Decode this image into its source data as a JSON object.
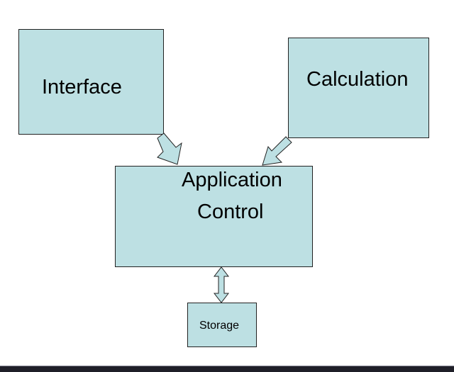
{
  "diagram": {
    "nodes": {
      "interface": {
        "label": "Interface"
      },
      "calculation": {
        "label": "Calculation"
      },
      "application": {
        "label_line1": "Application",
        "label_line2": "Control"
      },
      "storage": {
        "label": "Storage"
      }
    },
    "edges": [
      {
        "from": "interface",
        "to": "application",
        "direction": "one-way"
      },
      {
        "from": "calculation",
        "to": "application",
        "direction": "one-way"
      },
      {
        "from": "application",
        "to": "storage",
        "direction": "two-way"
      }
    ]
  },
  "colors": {
    "box_fill": "#bde0e3",
    "box_border": "#222222",
    "arrow_fill": "#bde0e3",
    "bottom_bar": "#1f1f28"
  }
}
